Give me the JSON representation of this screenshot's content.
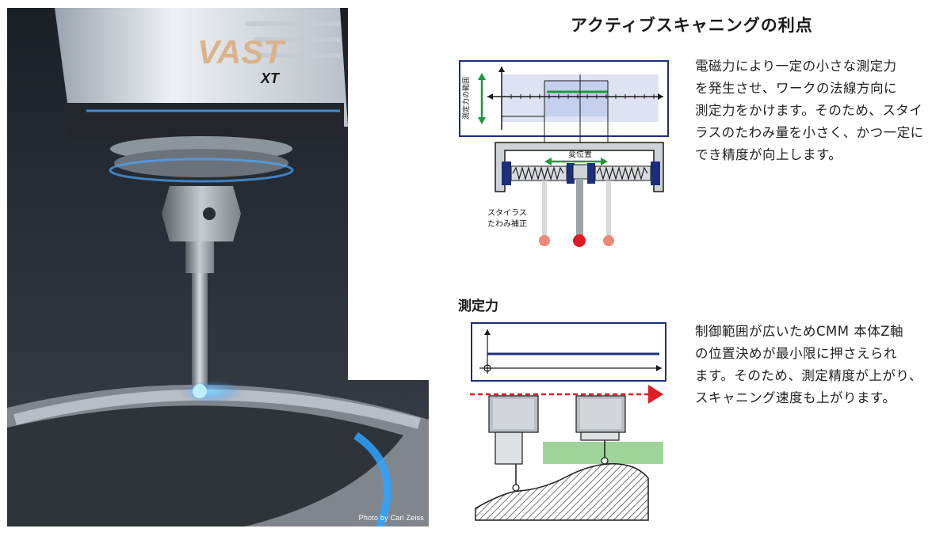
{
  "photo": {
    "logo_text": "VAST",
    "logo_sub": "XT",
    "credit": "Photo by Carl Zeiss"
  },
  "title": "アクティブスキャニングの利点",
  "section1": {
    "paragraph": [
      "電磁力により一定の小さな測定力",
      "を発生させ、ワークの法線方向に",
      "測定力をかけます。そのため、スタイ",
      "ラスのたわみ量を小さく、かつ一定に",
      "でき精度が向上します。"
    ],
    "diagram": {
      "axis_label": "測定力の範囲",
      "displacement_label": "変位置",
      "stylus_label": [
        "スタイラス",
        "たわみ補正"
      ]
    }
  },
  "section2": {
    "label": "測定力",
    "paragraph": [
      "制御範囲が広いためCMM 本体Z軸",
      "の位置決めが最小限に押さえられ",
      "ます。そのため、測定精度が上がり、",
      "スキャニング速度も上がります。"
    ]
  },
  "colors": {
    "navy": "#1d2f7a",
    "green": "#1a9a3a",
    "red": "#e01b22",
    "light_green": "#9ed49a",
    "shade": "#dde3f3"
  }
}
